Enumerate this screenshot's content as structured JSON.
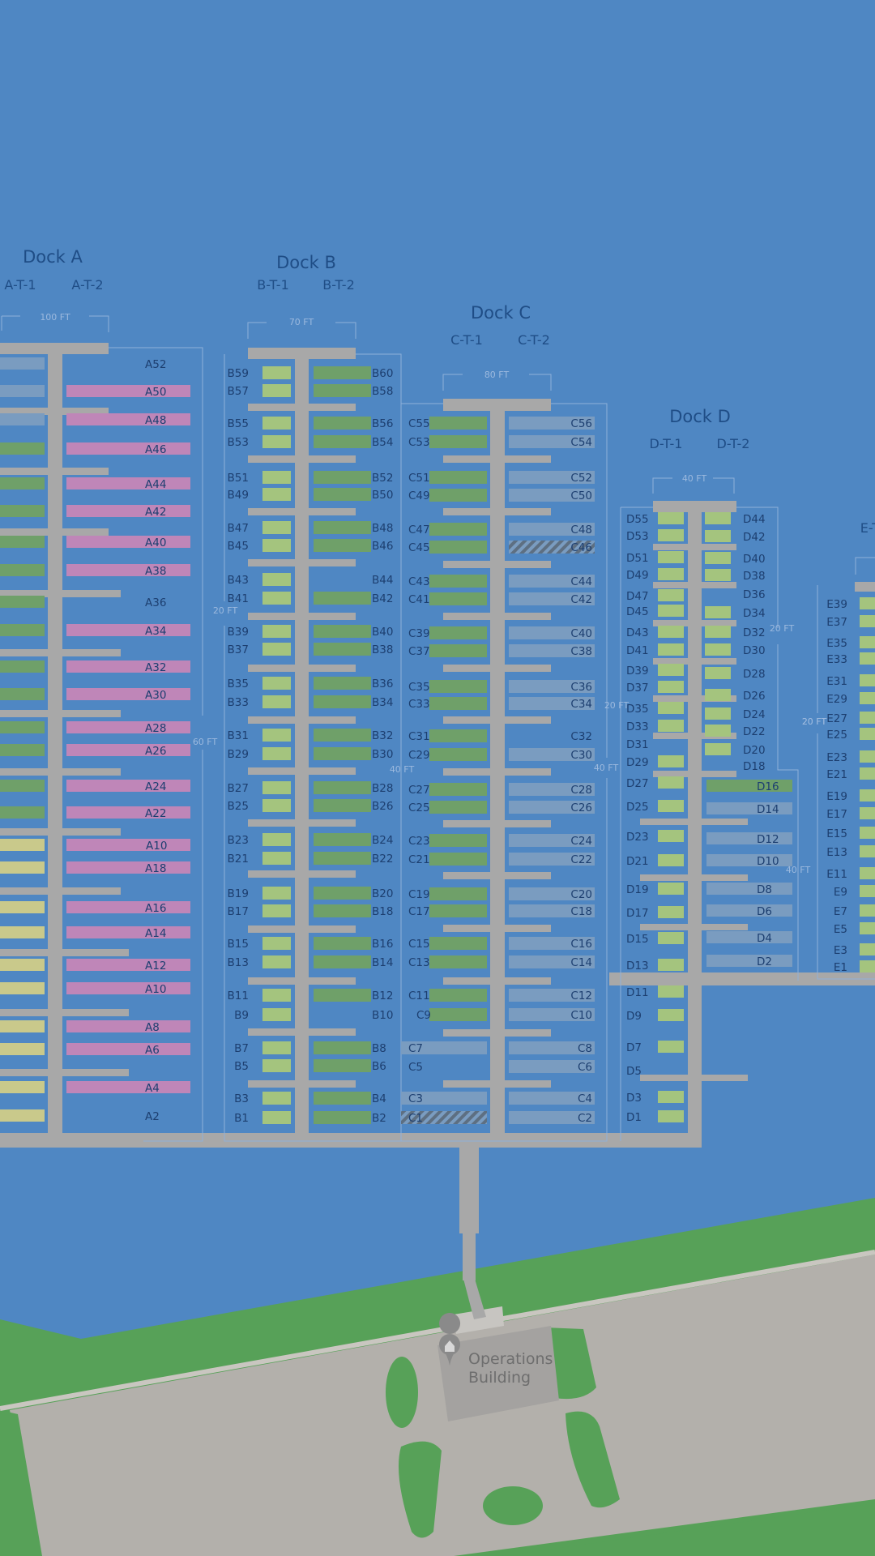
{
  "colors": {
    "water": "#4f87c3",
    "pier": "#a8a8a8",
    "land": "#b3b0ab",
    "grass": "#57a158",
    "slip_pink": "#bf86b8",
    "slip_yellow": "#c9c98b",
    "slip_green": "#6fa069",
    "slip_lightgreen": "#a4c47e",
    "slip_blue": "#7a9cc0",
    "label": "#1d3f70"
  },
  "docks": [
    {
      "name": "Dock A",
      "tees": [
        "A-T-1",
        "A-T-2"
      ],
      "width_label": "100 FT",
      "side_labels": [
        "60 FT"
      ]
    },
    {
      "name": "Dock B",
      "tees": [
        "B-T-1",
        "B-T-2"
      ],
      "width_label": "70 FT",
      "side_labels": [
        "20 FT"
      ]
    },
    {
      "name": "Dock C",
      "tees": [
        "C-T-1",
        "C-T-2"
      ],
      "width_label": "80 FT",
      "side_labels": [
        "40 FT",
        "40 FT"
      ]
    },
    {
      "name": "Dock D",
      "tees": [
        "D-T-1",
        "D-T-2"
      ],
      "width_label": "40 FT",
      "side_labels": [
        "20 FT",
        "20 FT",
        "20 FT",
        "40 FT"
      ]
    },
    {
      "name": "",
      "tees": [
        "E-T-"
      ],
      "width_label": "",
      "side_labels": [
        "20 FT"
      ]
    }
  ],
  "slips": {
    "A_right": [
      {
        "id": "A52",
        "c": ""
      },
      {
        "id": "A50",
        "c": "pink"
      },
      {
        "id": "A48",
        "c": "pink"
      },
      {
        "id": "A46",
        "c": "pink"
      },
      {
        "id": "A44",
        "c": "pink"
      },
      {
        "id": "A42",
        "c": "pink"
      },
      {
        "id": "A40",
        "c": "pink"
      },
      {
        "id": "A38",
        "c": "pink"
      },
      {
        "id": "A36",
        "c": ""
      },
      {
        "id": "A34",
        "c": "pink"
      },
      {
        "id": "A32",
        "c": "pink"
      },
      {
        "id": "A30",
        "c": "pink"
      },
      {
        "id": "A28",
        "c": "pink"
      },
      {
        "id": "A26",
        "c": "pink"
      },
      {
        "id": "A24",
        "c": "pink"
      },
      {
        "id": "A22",
        "c": "pink"
      },
      {
        "id": "A10",
        "c": "pink"
      },
      {
        "id": "A18",
        "c": "pink"
      },
      {
        "id": "A16",
        "c": "pink"
      },
      {
        "id": "A14",
        "c": "pink"
      },
      {
        "id": "A12",
        "c": "pink"
      },
      {
        "id": "A10",
        "c": "pink"
      },
      {
        "id": "A8",
        "c": "pink"
      },
      {
        "id": "A6",
        "c": "pink"
      },
      {
        "id": "A4",
        "c": "pink"
      },
      {
        "id": "A2",
        "c": ""
      }
    ],
    "A_left_colors": [
      "blue",
      "blue",
      "blue",
      "green",
      "green",
      "green",
      "green",
      "green",
      "green",
      "green",
      "green",
      "green",
      "green",
      "green",
      "green",
      "green",
      "yellow",
      "yellow",
      "yellow",
      "yellow",
      "yellow",
      "yellow",
      "yellow",
      "yellow",
      "yellow",
      "yellow"
    ],
    "B_left": [
      {
        "id": "B59",
        "c": "lightgreen"
      },
      {
        "id": "B57",
        "c": "lightgreen"
      },
      {
        "id": "B55",
        "c": "lightgreen"
      },
      {
        "id": "B53",
        "c": "lightgreen"
      },
      {
        "id": "B51",
        "c": "lightgreen"
      },
      {
        "id": "B49",
        "c": "lightgreen"
      },
      {
        "id": "B47",
        "c": "lightgreen"
      },
      {
        "id": "B45",
        "c": "lightgreen"
      },
      {
        "id": "B43",
        "c": "lightgreen"
      },
      {
        "id": "B41",
        "c": "lightgreen"
      },
      {
        "id": "B39",
        "c": "lightgreen"
      },
      {
        "id": "B37",
        "c": "lightgreen"
      },
      {
        "id": "B35",
        "c": "lightgreen"
      },
      {
        "id": "B33",
        "c": "lightgreen"
      },
      {
        "id": "B31",
        "c": "lightgreen"
      },
      {
        "id": "B29",
        "c": "lightgreen"
      },
      {
        "id": "B27",
        "c": "lightgreen"
      },
      {
        "id": "B25",
        "c": "lightgreen"
      },
      {
        "id": "B23",
        "c": "lightgreen"
      },
      {
        "id": "B21",
        "c": "lightgreen"
      },
      {
        "id": "B19",
        "c": "lightgreen"
      },
      {
        "id": "B17",
        "c": "lightgreen"
      },
      {
        "id": "B15",
        "c": "lightgreen"
      },
      {
        "id": "B13",
        "c": "lightgreen"
      },
      {
        "id": "B11",
        "c": "lightgreen"
      },
      {
        "id": "B9",
        "c": "lightgreen"
      },
      {
        "id": "B7",
        "c": "lightgreen"
      },
      {
        "id": "B5",
        "c": "lightgreen"
      },
      {
        "id": "B3",
        "c": "lightgreen"
      },
      {
        "id": "B1",
        "c": "lightgreen"
      }
    ],
    "B_right": [
      {
        "id": "B60",
        "c": "green"
      },
      {
        "id": "B58",
        "c": "green"
      },
      {
        "id": "B56",
        "c": "green"
      },
      {
        "id": "B54",
        "c": "green"
      },
      {
        "id": "B52",
        "c": "green"
      },
      {
        "id": "B50",
        "c": "green"
      },
      {
        "id": "B48",
        "c": "green"
      },
      {
        "id": "B46",
        "c": "green"
      },
      {
        "id": "B44",
        "c": ""
      },
      {
        "id": "B42",
        "c": "green"
      },
      {
        "id": "B40",
        "c": "green"
      },
      {
        "id": "B38",
        "c": "green"
      },
      {
        "id": "B36",
        "c": "green"
      },
      {
        "id": "B34",
        "c": "green"
      },
      {
        "id": "B32",
        "c": "green"
      },
      {
        "id": "B30",
        "c": "green"
      },
      {
        "id": "B28",
        "c": "green"
      },
      {
        "id": "B26",
        "c": "green"
      },
      {
        "id": "B24",
        "c": "green"
      },
      {
        "id": "B22",
        "c": "green"
      },
      {
        "id": "B20",
        "c": "green"
      },
      {
        "id": "B18",
        "c": "green"
      },
      {
        "id": "B16",
        "c": "green"
      },
      {
        "id": "B14",
        "c": "green"
      },
      {
        "id": "B12",
        "c": "green"
      },
      {
        "id": "B10",
        "c": ""
      },
      {
        "id": "B8",
        "c": "green"
      },
      {
        "id": "B6",
        "c": "green"
      },
      {
        "id": "B4",
        "c": "green"
      },
      {
        "id": "B2",
        "c": "green"
      }
    ],
    "C_left": [
      {
        "id": "C55",
        "c": "green"
      },
      {
        "id": "C53",
        "c": "green"
      },
      {
        "id": "C51",
        "c": "green"
      },
      {
        "id": "C49",
        "c": "green"
      },
      {
        "id": "C47",
        "c": "green"
      },
      {
        "id": "C45",
        "c": "green"
      },
      {
        "id": "C43",
        "c": "green"
      },
      {
        "id": "C41",
        "c": "green"
      },
      {
        "id": "C39",
        "c": "green"
      },
      {
        "id": "C37",
        "c": "green"
      },
      {
        "id": "C35",
        "c": "green"
      },
      {
        "id": "C33",
        "c": "green"
      },
      {
        "id": "C31",
        "c": "green"
      },
      {
        "id": "C29",
        "c": "green"
      },
      {
        "id": "C27",
        "c": "green"
      },
      {
        "id": "C25",
        "c": "green"
      },
      {
        "id": "C23",
        "c": "green"
      },
      {
        "id": "C21",
        "c": "green"
      },
      {
        "id": "C19",
        "c": "green"
      },
      {
        "id": "C17",
        "c": "green"
      },
      {
        "id": "C15",
        "c": "green"
      },
      {
        "id": "C13",
        "c": "green"
      },
      {
        "id": "C11",
        "c": "green"
      },
      {
        "id": "C9",
        "c": "green"
      },
      {
        "id": "C7",
        "c": "blue"
      },
      {
        "id": "C5",
        "c": ""
      },
      {
        "id": "C3",
        "c": "blue"
      },
      {
        "id": "C1",
        "c": "hatch"
      }
    ],
    "C_right": [
      {
        "id": "C56",
        "c": "blue"
      },
      {
        "id": "C54",
        "c": "blue"
      },
      {
        "id": "C52",
        "c": "blue"
      },
      {
        "id": "C50",
        "c": "blue"
      },
      {
        "id": "C48",
        "c": "blue"
      },
      {
        "id": "C46",
        "c": "hatch"
      },
      {
        "id": "C44",
        "c": "blue"
      },
      {
        "id": "C42",
        "c": "blue"
      },
      {
        "id": "C40",
        "c": "blue"
      },
      {
        "id": "C38",
        "c": "blue"
      },
      {
        "id": "C36",
        "c": "blue"
      },
      {
        "id": "C34",
        "c": "blue"
      },
      {
        "id": "C32",
        "c": ""
      },
      {
        "id": "C30",
        "c": "blue"
      },
      {
        "id": "C28",
        "c": "blue"
      },
      {
        "id": "C26",
        "c": "blue"
      },
      {
        "id": "C24",
        "c": "blue"
      },
      {
        "id": "C22",
        "c": "blue"
      },
      {
        "id": "C20",
        "c": "blue"
      },
      {
        "id": "C18",
        "c": "blue"
      },
      {
        "id": "C16",
        "c": "blue"
      },
      {
        "id": "C14",
        "c": "blue"
      },
      {
        "id": "C12",
        "c": "blue"
      },
      {
        "id": "C10",
        "c": "blue"
      },
      {
        "id": "C8",
        "c": "blue"
      },
      {
        "id": "C6",
        "c": "blue"
      },
      {
        "id": "C4",
        "c": "blue"
      },
      {
        "id": "C2",
        "c": "blue"
      }
    ],
    "D_left": [
      {
        "id": "D55",
        "c": "lightgreen"
      },
      {
        "id": "D53",
        "c": "lightgreen"
      },
      {
        "id": "D51",
        "c": "lightgreen"
      },
      {
        "id": "D49",
        "c": "lightgreen"
      },
      {
        "id": "D47",
        "c": "lightgreen"
      },
      {
        "id": "D45",
        "c": "lightgreen"
      },
      {
        "id": "D43",
        "c": "lightgreen"
      },
      {
        "id": "D41",
        "c": "lightgreen"
      },
      {
        "id": "D39",
        "c": "lightgreen"
      },
      {
        "id": "D37",
        "c": "lightgreen"
      },
      {
        "id": "D35",
        "c": "lightgreen"
      },
      {
        "id": "D33",
        "c": "lightgreen"
      },
      {
        "id": "D31",
        "c": ""
      },
      {
        "id": "D29",
        "c": "lightgreen"
      },
      {
        "id": "D27",
        "c": "lightgreen"
      },
      {
        "id": "D25",
        "c": "lightgreen"
      },
      {
        "id": "D23",
        "c": "lightgreen"
      },
      {
        "id": "D21",
        "c": "lightgreen"
      },
      {
        "id": "D19",
        "c": "lightgreen"
      },
      {
        "id": "D17",
        "c": "lightgreen"
      },
      {
        "id": "D15",
        "c": "lightgreen"
      },
      {
        "id": "D13",
        "c": "lightgreen"
      },
      {
        "id": "D11",
        "c": "lightgreen"
      },
      {
        "id": "D9",
        "c": "lightgreen"
      },
      {
        "id": "D7",
        "c": "lightgreen"
      },
      {
        "id": "D5",
        "c": ""
      },
      {
        "id": "D3",
        "c": "lightgreen"
      },
      {
        "id": "D1",
        "c": "lightgreen"
      }
    ],
    "D_right": [
      {
        "id": "D44",
        "c": "lightgreen"
      },
      {
        "id": "D42",
        "c": "lightgreen"
      },
      {
        "id": "D40",
        "c": "lightgreen"
      },
      {
        "id": "D38",
        "c": "lightgreen"
      },
      {
        "id": "D36",
        "c": ""
      },
      {
        "id": "D34",
        "c": "lightgreen"
      },
      {
        "id": "D32",
        "c": "lightgreen"
      },
      {
        "id": "D30",
        "c": "lightgreen"
      },
      {
        "id": "D28",
        "c": "lightgreen"
      },
      {
        "id": "D26",
        "c": "lightgreen"
      },
      {
        "id": "D24",
        "c": "lightgreen"
      },
      {
        "id": "D22",
        "c": "lightgreen"
      },
      {
        "id": "D20",
        "c": "lightgreen"
      },
      {
        "id": "D18",
        "c": ""
      }
    ],
    "D_lower_right": [
      {
        "id": "D16",
        "c": "green"
      },
      {
        "id": "D14",
        "c": "blue"
      },
      {
        "id": "D12",
        "c": "blue"
      },
      {
        "id": "D10",
        "c": "blue"
      },
      {
        "id": "D8",
        "c": "blue"
      },
      {
        "id": "D6",
        "c": "blue"
      },
      {
        "id": "D4",
        "c": "blue"
      },
      {
        "id": "D2",
        "c": "blue"
      }
    ],
    "E_left": [
      {
        "id": "E39",
        "c": "lightgreen"
      },
      {
        "id": "E37",
        "c": "lightgreen"
      },
      {
        "id": "E35",
        "c": "lightgreen"
      },
      {
        "id": "E33",
        "c": "lightgreen"
      },
      {
        "id": "E31",
        "c": "lightgreen"
      },
      {
        "id": "E29",
        "c": "lightgreen"
      },
      {
        "id": "E27",
        "c": "lightgreen"
      },
      {
        "id": "E25",
        "c": "lightgreen"
      },
      {
        "id": "E23",
        "c": "lightgreen"
      },
      {
        "id": "E21",
        "c": "lightgreen"
      },
      {
        "id": "E19",
        "c": "lightgreen"
      },
      {
        "id": "E17",
        "c": "lightgreen"
      },
      {
        "id": "E15",
        "c": "lightgreen"
      },
      {
        "id": "E13",
        "c": "lightgreen"
      },
      {
        "id": "E11",
        "c": "lightgreen"
      },
      {
        "id": "E9",
        "c": "lightgreen"
      },
      {
        "id": "E7",
        "c": "lightgreen"
      },
      {
        "id": "E5",
        "c": "lightgreen"
      },
      {
        "id": "E3",
        "c": "lightgreen"
      },
      {
        "id": "E1",
        "c": "lightgreen"
      }
    ]
  },
  "building": {
    "line1": "Operations",
    "line2": "Building",
    "icon": "home-pin-icon"
  }
}
